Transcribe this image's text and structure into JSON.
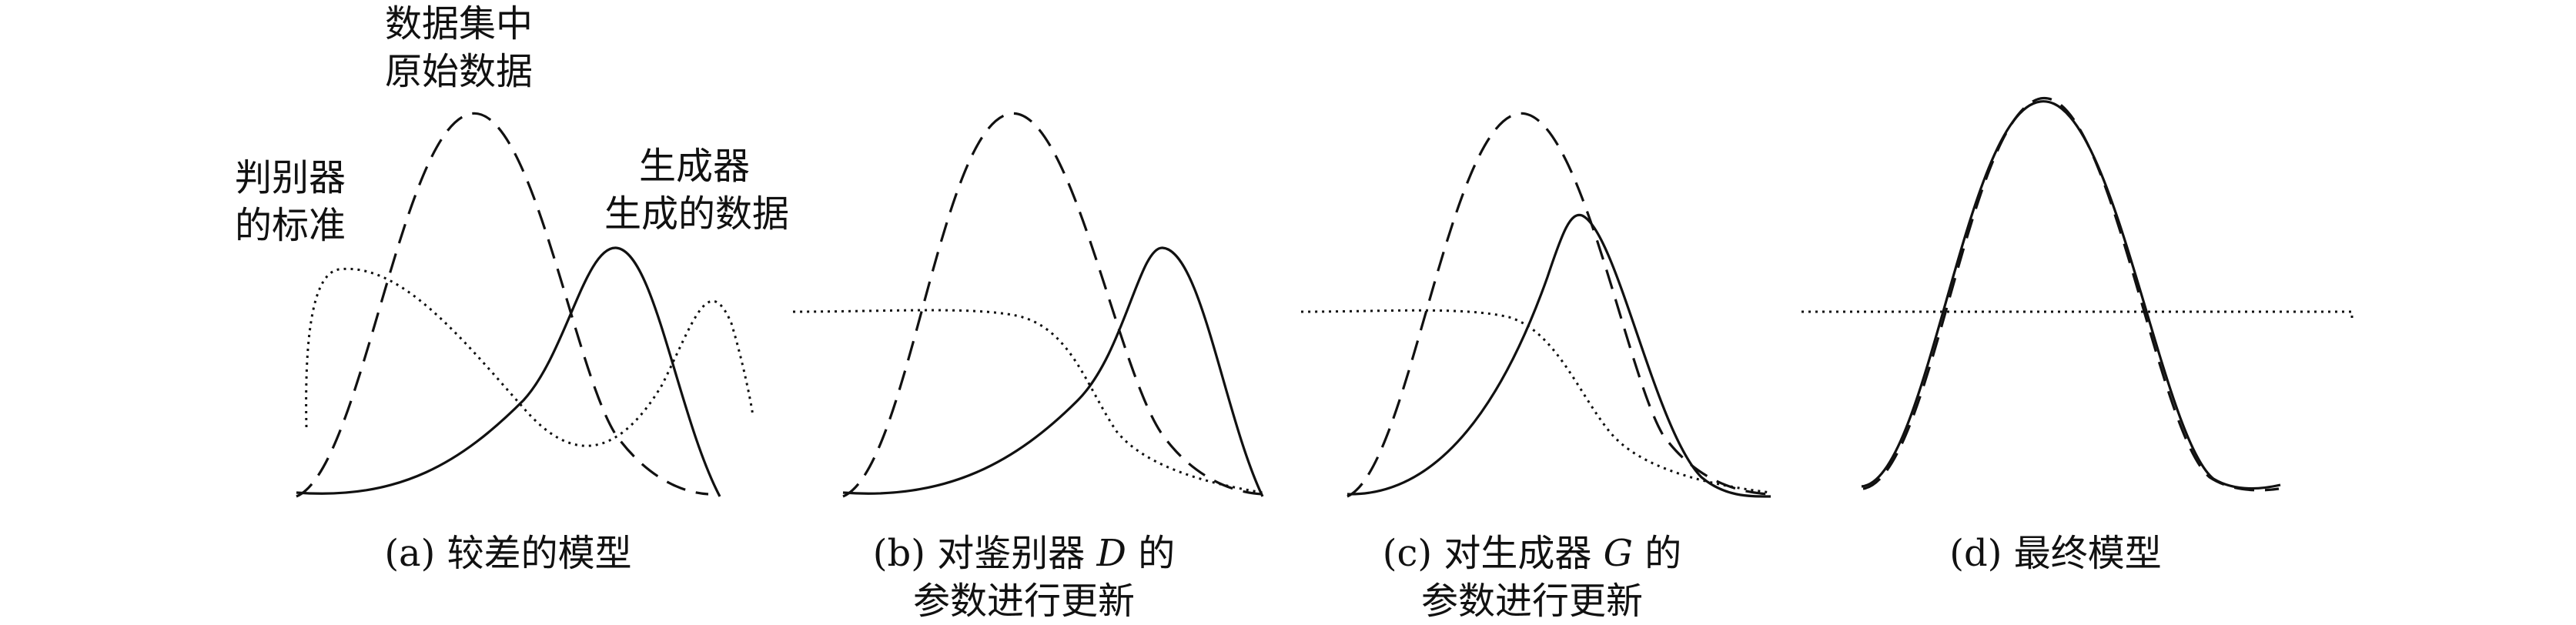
{
  "annotations": {
    "real_data": [
      "数据集中",
      "原始数据"
    ],
    "discriminator": [
      "判别器",
      "的标准"
    ],
    "generated": [
      "生成器",
      "生成的数据"
    ]
  },
  "captions": {
    "a": {
      "line1": "(a) 较差的模型"
    },
    "b": {
      "line1_pre": "(b) 对鉴别器 ",
      "line1_var": "D",
      "line1_post": " 的",
      "line2": "参数进行更新"
    },
    "c": {
      "line1_pre": "(c) 对生成器 ",
      "line1_var": "G",
      "line1_post": " 的",
      "line2": "参数进行更新"
    },
    "d": {
      "line1": "(d) 最终模型"
    }
  },
  "line_styles": {
    "real_data": "dashed",
    "generated": "solid",
    "discriminator": "dotted"
  },
  "colors": {
    "stroke": "#111111",
    "background": "#ffffff"
  }
}
